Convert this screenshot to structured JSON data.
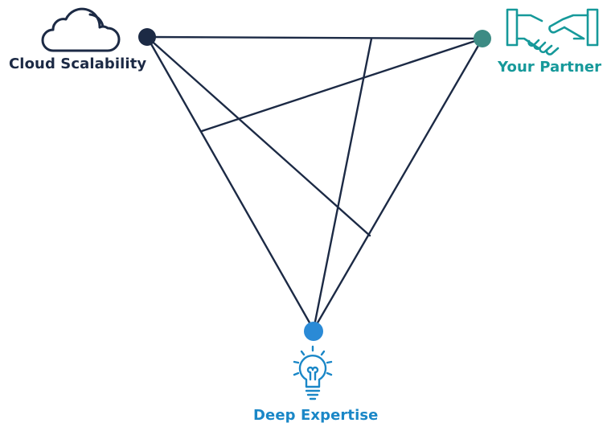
{
  "nodes": {
    "cloud": {
      "label": "Cloud Scalability",
      "icon": "cloud-icon",
      "color": "#1c2a45"
    },
    "partner": {
      "label": "Your Partner",
      "icon": "handshake-icon",
      "color": "#16999a"
    },
    "expertise": {
      "label": "Deep Expertise",
      "icon": "lightbulb-icon",
      "color": "#1a87c7"
    }
  },
  "colors": {
    "line": "#1c2a45",
    "partner_node": "#3d8b84",
    "expertise_node": "#2a8ad6"
  }
}
